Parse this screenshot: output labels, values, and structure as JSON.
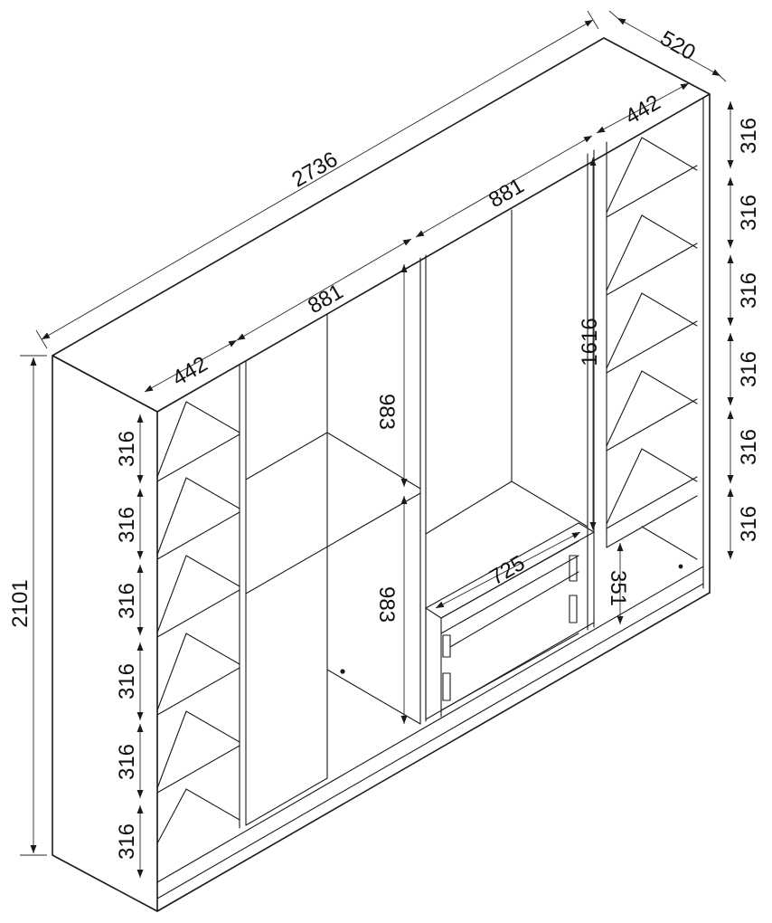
{
  "dimensions": {
    "overall_width": "2736",
    "depth": "520",
    "height": "2101",
    "left_section_width": "442",
    "right_section_width": "442",
    "left_door_section_width": "881",
    "right_door_section_width": "881",
    "left_shelf_heights": [
      "316",
      "316",
      "316",
      "316",
      "316",
      "316"
    ],
    "right_shelf_heights": [
      "316",
      "316",
      "316",
      "316",
      "316",
      "316"
    ],
    "upper_compartment_height": "983",
    "lower_compartment_height": "983",
    "hanging_height": "1616",
    "drawer_width": "725",
    "drawer_height": "351"
  }
}
